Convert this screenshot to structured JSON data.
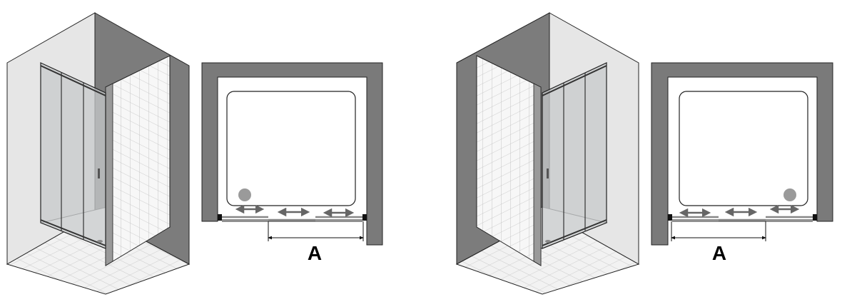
{
  "figures": [
    {
      "id": "left-version",
      "dimension_label": "A"
    },
    {
      "id": "right-version",
      "dimension_label": "A"
    }
  ],
  "colors": {
    "wall_dark": "#7a7a7a",
    "wall_mid": "#a8a8a8",
    "wall_light": "#e4e4e4",
    "outline": "#1a1a1a",
    "glass": "#c9cbcd",
    "arrow": "#666666",
    "drain": "#9a9a9a"
  },
  "icons": {
    "drain": "circle-drain-icon",
    "slide_arrow": "double-arrow-icon"
  }
}
